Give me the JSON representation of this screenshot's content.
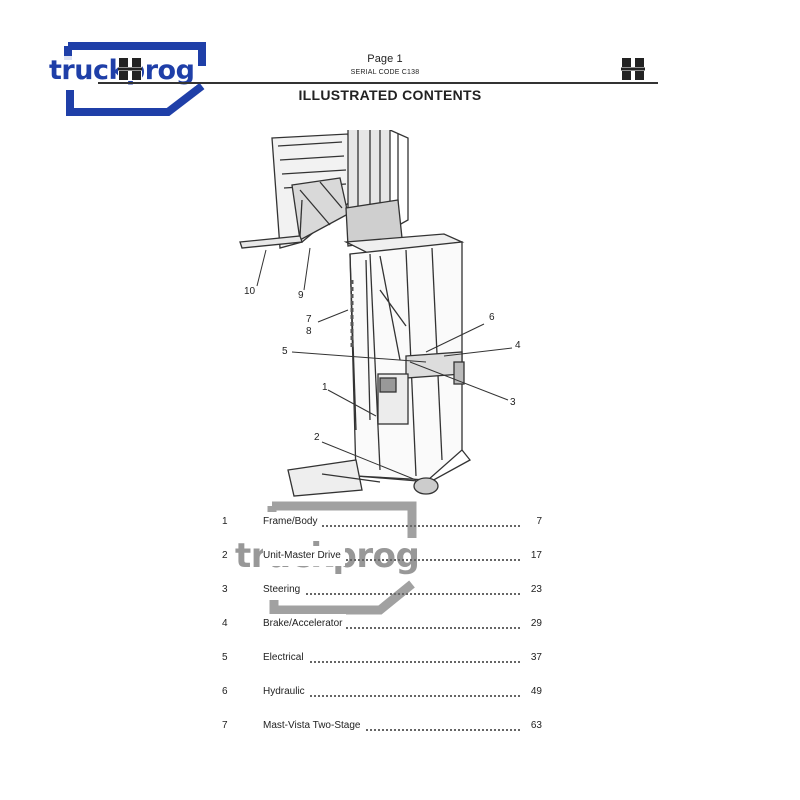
{
  "header": {
    "page_label": "Page 1",
    "serial_code": "SERIAL CODE C138",
    "title": "ILLUSTRATED CONTENTS"
  },
  "watermark": {
    "top_text": "truckprog",
    "mid_text": "truckprog",
    "top_color": "#1f3fa8",
    "mid_color": "#444444"
  },
  "illustration": {
    "icon": "forklift-reach-truck-drawing",
    "callouts": [
      "10",
      "9",
      "7",
      "8",
      "6",
      "5",
      "4",
      "3",
      "1",
      "2"
    ]
  },
  "contents": [
    {
      "num": "1",
      "title": "Frame/Body",
      "page": "7"
    },
    {
      "num": "2",
      "title": "Unit-Master Drive",
      "page": "17"
    },
    {
      "num": "3",
      "title": "Steering",
      "page": "23"
    },
    {
      "num": "4",
      "title": "Brake/Accelerator",
      "page": "29"
    },
    {
      "num": "5",
      "title": "Electrical",
      "page": "37"
    },
    {
      "num": "6",
      "title": "Hydraulic",
      "page": "49"
    },
    {
      "num": "7",
      "title": "Mast-Vista Two-Stage",
      "page": "63"
    }
  ]
}
